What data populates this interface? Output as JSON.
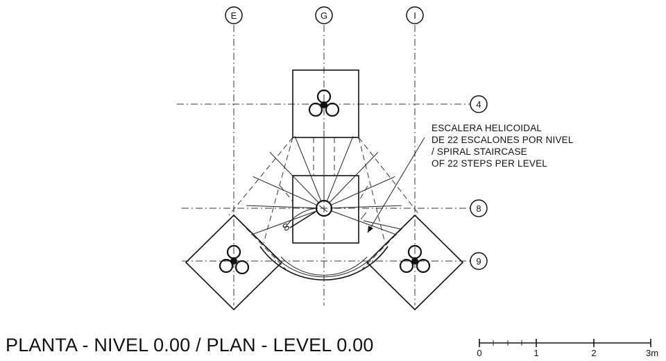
{
  "grid": {
    "columns": [
      "E",
      "G",
      "I"
    ],
    "rows": [
      "4",
      "8",
      "9"
    ]
  },
  "annotation": {
    "lines": [
      "ESCALERA HELICOIDAL",
      "DE 22 ESCALONES POR NIVEL",
      "/ SPIRAL STAIRCASE",
      "OF 22 STEPS PER LEVEL"
    ],
    "arrow_label": "S"
  },
  "title": "PLANTA  - NIVEL 0.00 / PLAN - LEVEL 0.00",
  "scale_bar": {
    "labels": [
      "0",
      "1",
      "2",
      "3m"
    ]
  }
}
